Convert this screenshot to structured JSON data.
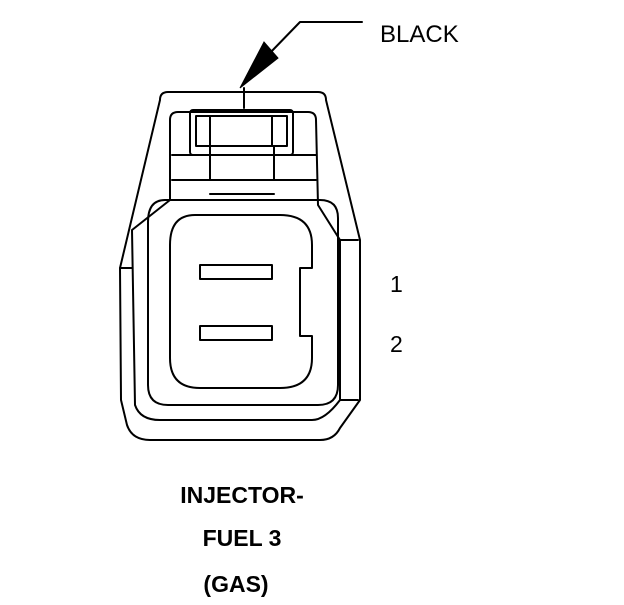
{
  "diagram": {
    "color_label": "BLACK",
    "pins": [
      {
        "label": "1"
      },
      {
        "label": "2"
      }
    ],
    "caption": {
      "line1": "INJECTOR-",
      "line2": "FUEL 3",
      "line3": "(GAS)"
    },
    "stroke_color": "#000000",
    "background_color": "#ffffff"
  }
}
